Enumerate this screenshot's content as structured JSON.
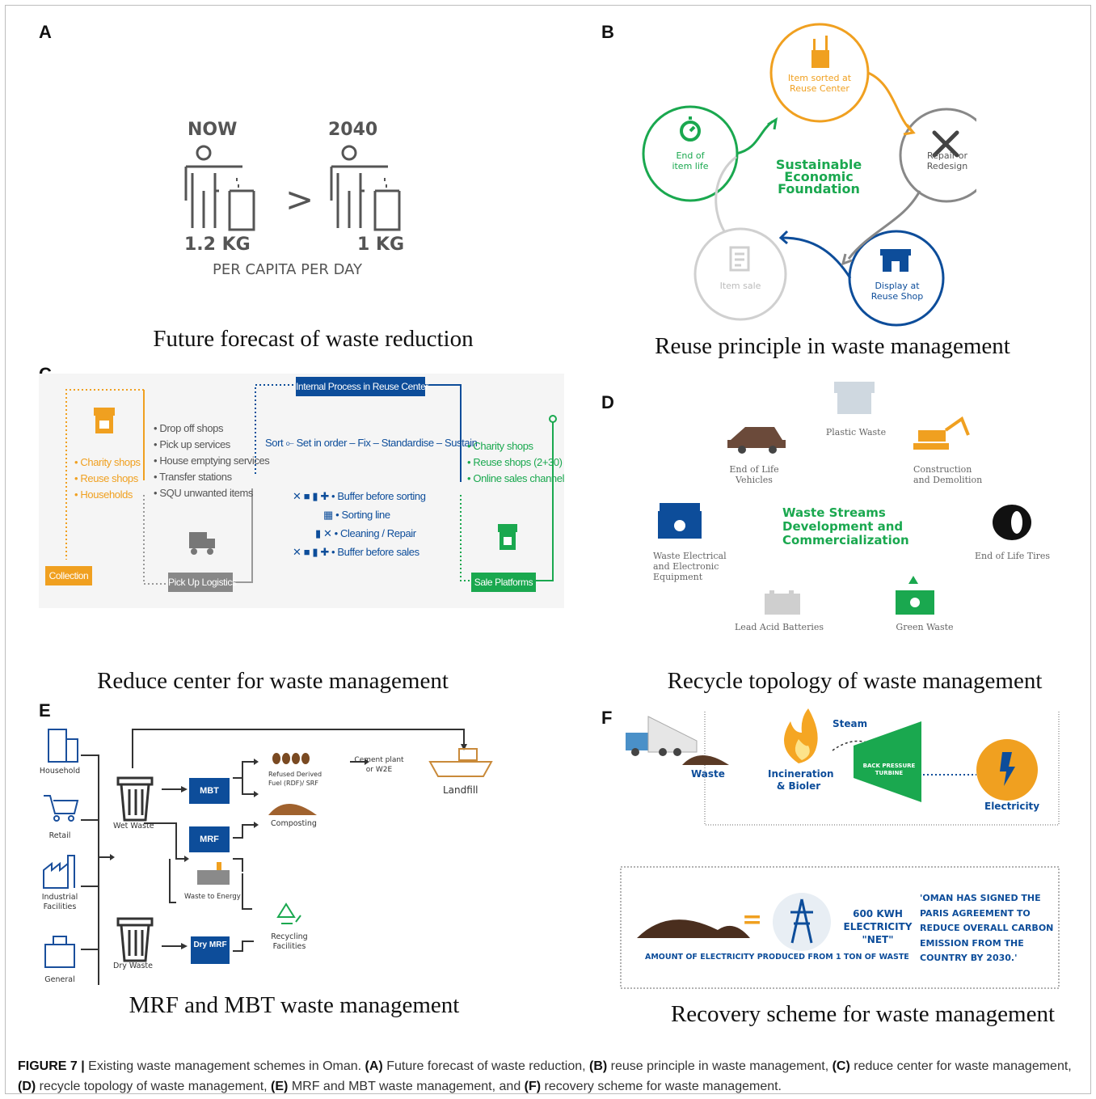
{
  "panels": {
    "a": {
      "label": "A",
      "now": "NOW",
      "year": "2040",
      "now_value": "1.2 KG",
      "future_value": "1 KG",
      "unit": "PER CAPITA PER DAY",
      "gt": ">",
      "caption": "Future forecast of waste reduction"
    },
    "b": {
      "label": "B",
      "center": "Sustainable Economic Foundation",
      "nodes": [
        "Item sorted at Reuse Center",
        "Repair or Redesign",
        "Display at Reuse Shop",
        "Item sale",
        "End of item life"
      ],
      "caption": "Reuse principle in waste management"
    },
    "c": {
      "label": "C",
      "sources": [
        "Charity shops",
        "Reuse shops",
        "Households"
      ],
      "logistics_items": [
        "Drop off shops",
        "Pick up services",
        "House emptying services",
        "Transfer stations",
        "SQU unwanted items"
      ],
      "internal_title": "Internal Process in Reuse Center",
      "steps": "Sort ⟜ Set in order – Fix – Standardise – Sustain",
      "process": [
        "Buffer before sorting",
        "Sorting line",
        "Cleaning / Repair",
        "Buffer before sales"
      ],
      "outlets": [
        "Charity shops",
        "Reuse shops (2+30)",
        "Online sales channel"
      ],
      "collection": "Collection",
      "pickup": "Pick Up Logistics",
      "sale": "Sale Platforms",
      "caption": "Reduce center for waste management"
    },
    "d": {
      "label": "D",
      "center": "Waste Streams Development and Commercialization",
      "streams": [
        "Plastic Waste",
        "End of Life Vehicles",
        "Construction and Demolition",
        "Waste Electrical and Electronic Equipment",
        "End of Life Tires",
        "Lead Acid Batteries",
        "Green Waste"
      ],
      "caption": "Recycle topology of waste management"
    },
    "e": {
      "label": "E",
      "sources": [
        "Household",
        "Retail",
        "Industrial Facilities",
        "General"
      ],
      "wet": "Wet Waste",
      "dry": "Dry Waste",
      "mbt": "MBT",
      "mrf": "MRF",
      "dry_mrf": "Dry MRF",
      "rdf": "Refused Derived Fuel (RDF)/ SRF",
      "cement": "Cement plant or W2E",
      "landfill": "Landfill",
      "composting": "Composting",
      "wte": "Waste to Energy",
      "recycling": "Recycling Facilities",
      "caption": "MRF and MBT waste management"
    },
    "f": {
      "label": "F",
      "waste": "Waste",
      "incineration": "Incineration & Bioler",
      "steam": "Steam",
      "turbine": "BACK PRESSURE TURBINE",
      "electricity": "Electricity",
      "kwh": "600 KWH ELECTRICITY \"NET\"",
      "amount": "AMOUNT OF ELECTRICITY PRODUCED FROM 1 TON OF WASTE",
      "quote": "'OMAN HAS SIGNED THE PARIS AGREEMENT TO REDUCE OVERALL CARBON EMISSION FROM THE COUNTRY BY 2030.'",
      "equals": "=",
      "caption": "Recovery scheme for waste management"
    }
  },
  "figure": {
    "label": "FIGURE 7 |",
    "intro": " Existing waste management schemes in Oman. ",
    "parts": [
      {
        "tag": "(A)",
        "text": " Future forecast of waste reduction, "
      },
      {
        "tag": "(B)",
        "text": " reuse principle in waste management, "
      },
      {
        "tag": "(C)",
        "text": " reduce center for waste management, "
      },
      {
        "tag": "(D)",
        "text": " recycle topology of waste management, "
      },
      {
        "tag": "(E)",
        "text": " MRF and MBT waste management, and "
      },
      {
        "tag": "(F)",
        "text": " recovery scheme for waste management."
      }
    ]
  },
  "colors": {
    "green": "#1aa84f",
    "orange": "#f0a020",
    "blue": "#0d4d9a",
    "grey": "#c8c8c8",
    "text_grey": "#666666"
  }
}
